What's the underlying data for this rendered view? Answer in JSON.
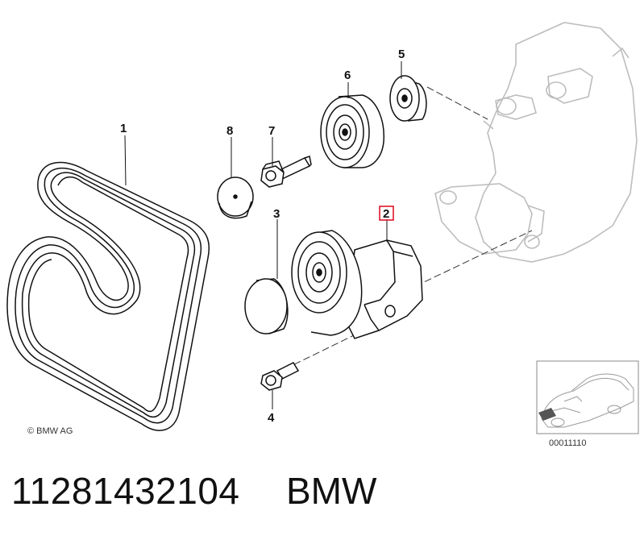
{
  "callouts": [
    {
      "id": "1",
      "label": "1",
      "highlighted": false
    },
    {
      "id": "2",
      "label": "2",
      "highlighted": true
    },
    {
      "id": "3",
      "label": "3",
      "highlighted": false
    },
    {
      "id": "4",
      "label": "4",
      "highlighted": false
    },
    {
      "id": "5",
      "label": "5",
      "highlighted": false
    },
    {
      "id": "6",
      "label": "6",
      "highlighted": false
    },
    {
      "id": "7",
      "label": "7",
      "highlighted": false
    },
    {
      "id": "8",
      "label": "8",
      "highlighted": false
    }
  ],
  "copyright": "© BMW AG",
  "diagram_code": "00011110",
  "part_number": "11281432104",
  "brand": "BMW",
  "colors": {
    "highlight": "#e0162b",
    "line": "#111111",
    "ghost": "#bdbdbd"
  }
}
